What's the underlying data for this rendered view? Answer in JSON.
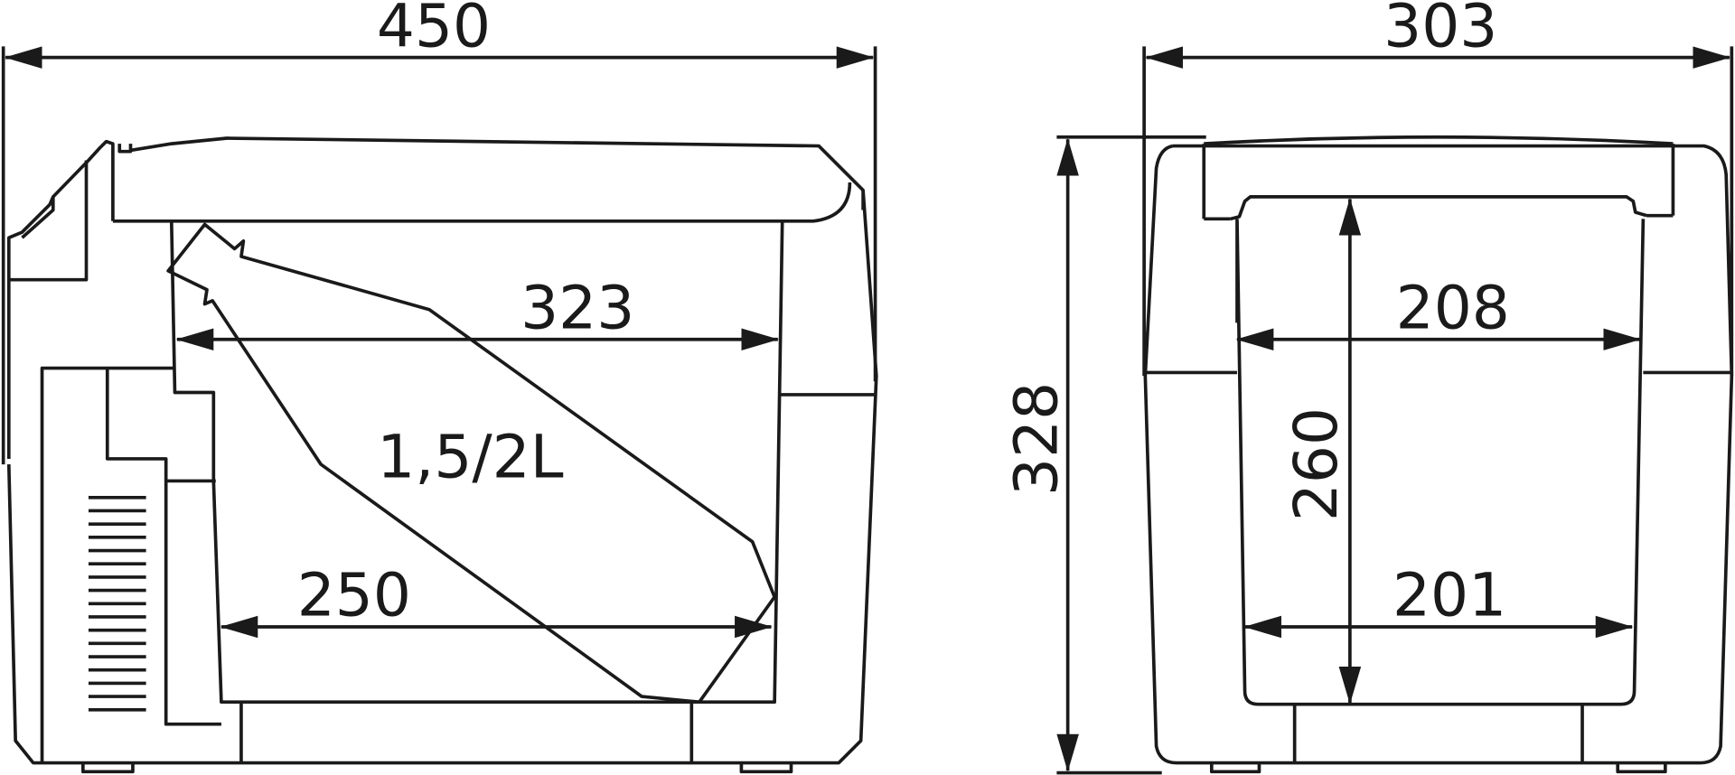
{
  "side_view": {
    "overall_width": "450",
    "inner_top_width": "323",
    "inner_bottom_width": "250",
    "bottle_capacity": "1,5/2L"
  },
  "front_view": {
    "overall_width": "303",
    "overall_height": "328",
    "inner_top_width": "208",
    "inner_height": "260",
    "inner_bottom_width": "201"
  },
  "colors": {
    "line": "#1a1a1a",
    "background": "#ffffff"
  }
}
